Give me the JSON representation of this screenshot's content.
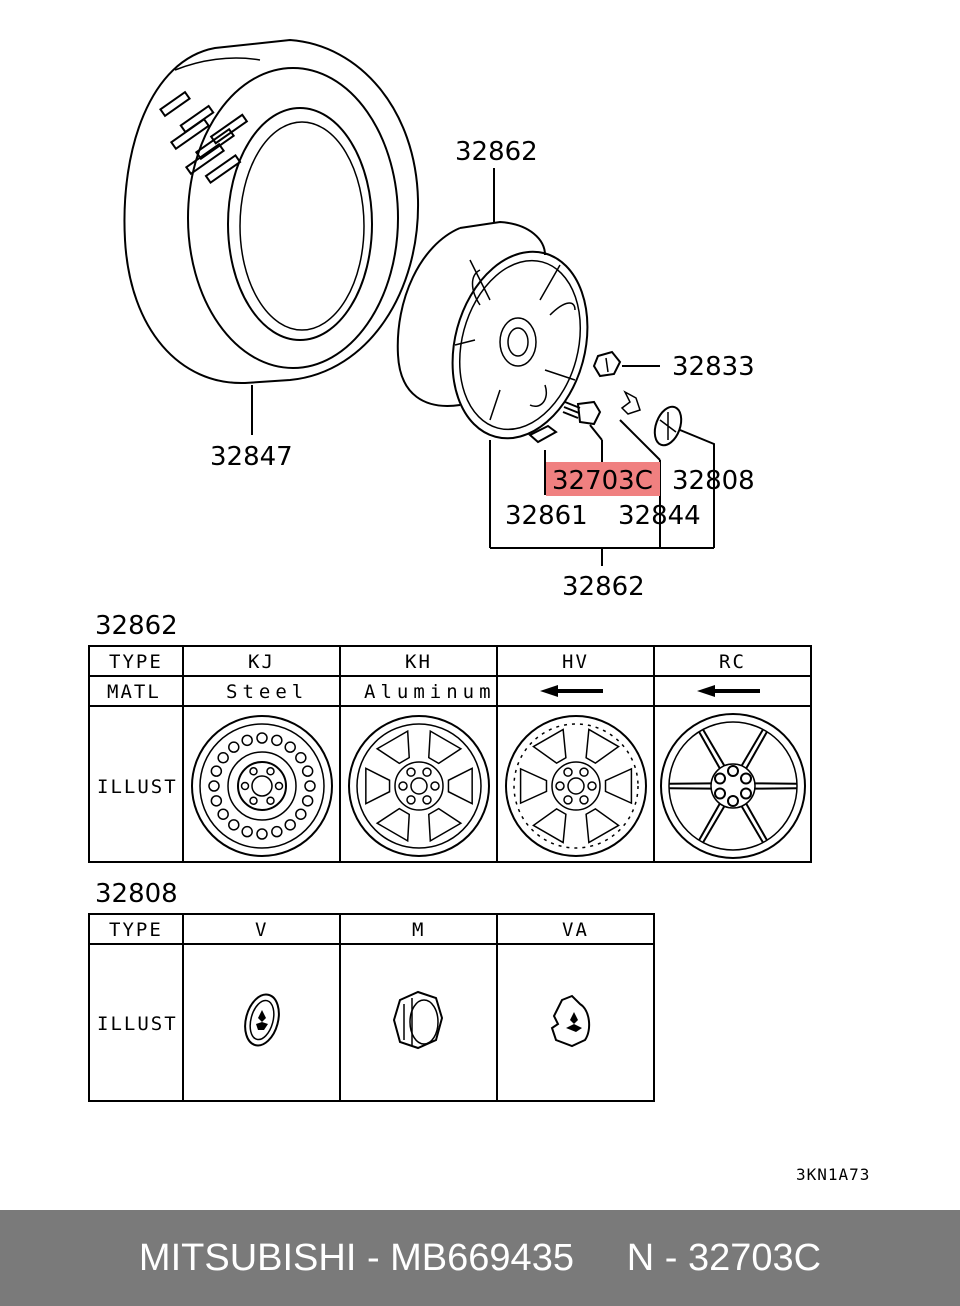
{
  "callouts": {
    "tire": "32847",
    "wheel_top": "32862",
    "nut": "32833",
    "highlighted": "32703C",
    "cap": "32808",
    "weight": "32861",
    "bolt": "32844",
    "assembly": "32862"
  },
  "wheel_table": {
    "title": "32862",
    "row_headers": [
      "TYPE",
      "MATL",
      "ILLUST"
    ],
    "types": [
      "KJ",
      "KH",
      "HV",
      "RC"
    ],
    "materials": [
      "Steel",
      "Aluminum",
      "",
      ""
    ],
    "arrow_icon": "left-arrow-icon"
  },
  "cap_table": {
    "title": "32808",
    "row_headers": [
      "TYPE",
      "ILLUST"
    ],
    "types": [
      "V",
      "M",
      "VA"
    ]
  },
  "diagram_code": "3KN1A73",
  "footer": {
    "text": "MITSUBISHI - MB669435     N - 32703C"
  },
  "colors": {
    "highlight": "#f08080",
    "footer_bg": "#7a7a7a"
  }
}
